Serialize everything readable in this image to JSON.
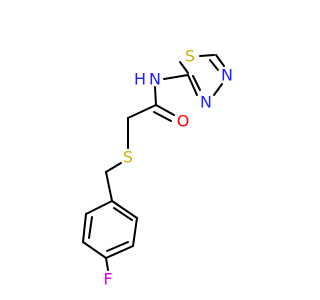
{
  "atom_labels": {
    "S_ring": "S",
    "N_ring_right": "N",
    "N_ring_bottom": "N",
    "N_amide": "N",
    "H_amide": "H",
    "O": "O",
    "S_thioether": "S",
    "F": "F"
  },
  "colors": {
    "bond": "#000000",
    "sulfur": "#c8b400",
    "nitrogen": "#2020ff",
    "oxygen": "#ff0000",
    "fluorine": "#e000e0",
    "background": "#ffffff"
  }
}
